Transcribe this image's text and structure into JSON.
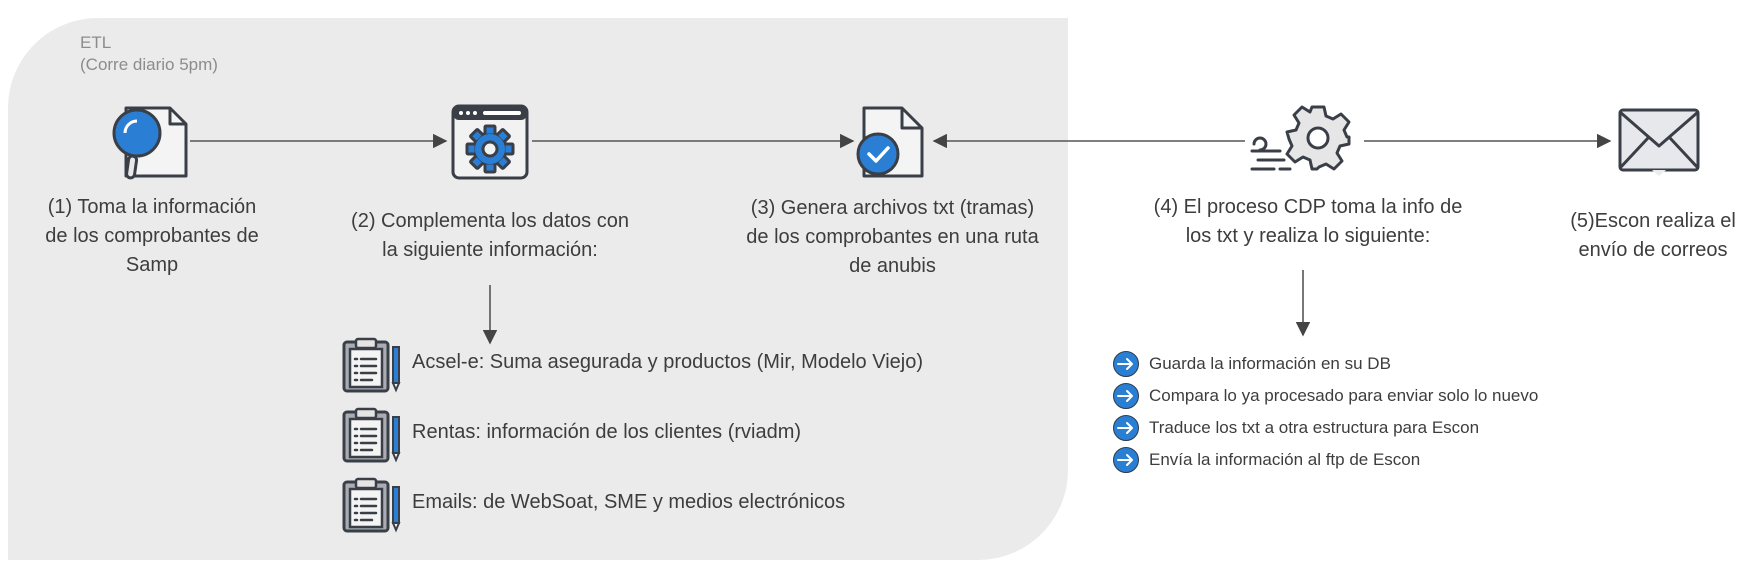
{
  "etl": {
    "title": "ETL",
    "schedule": "(Corre diario 5pm)"
  },
  "steps": [
    {
      "lines": [
        "(1) Toma la información",
        "de los comprobantes de",
        "Samp"
      ],
      "icon": "search-document-icon"
    },
    {
      "lines": [
        "(2) Complementa los datos con",
        "la siguiente  información:"
      ],
      "icon": "browser-gear-icon"
    },
    {
      "lines": [
        "(3) Genera archivos txt (tramas)",
        "de los comprobantes en una ruta",
        "de anubis"
      ],
      "icon": "document-check-icon"
    },
    {
      "lines": [
        "(4) El proceso CDP toma la info de",
        "los txt y realiza lo siguiente:"
      ],
      "icon": "fast-gear-icon"
    },
    {
      "lines": [
        "(5)Escon realiza el",
        "envío de correos"
      ],
      "icon": "envelope-icon"
    }
  ],
  "sources": [
    {
      "text": "Acsel-e: Suma asegurada y productos (Mir, Modelo Viejo)",
      "icon": "clipboard-pencil-icon"
    },
    {
      "text": "Rentas: información de los clientes (rviadm)",
      "icon": "clipboard-pencil-icon"
    },
    {
      "text": "Emails: de WebSoat, SME y medios electrónicos",
      "icon": "clipboard-pencil-icon"
    }
  ],
  "cdp_tasks": [
    "Guarda la información en su DB",
    "Compara lo ya procesado para enviar solo lo nuevo",
    "Traduce los txt a otra estructura para Escon",
    "Envía la información al ftp de Escon"
  ],
  "colors": {
    "panel": "#ebebeb",
    "accent_blue": "#2a7fd4",
    "stroke": "#3a3f47",
    "text": "#3d3d3d",
    "muted": "#8c8c8c"
  }
}
